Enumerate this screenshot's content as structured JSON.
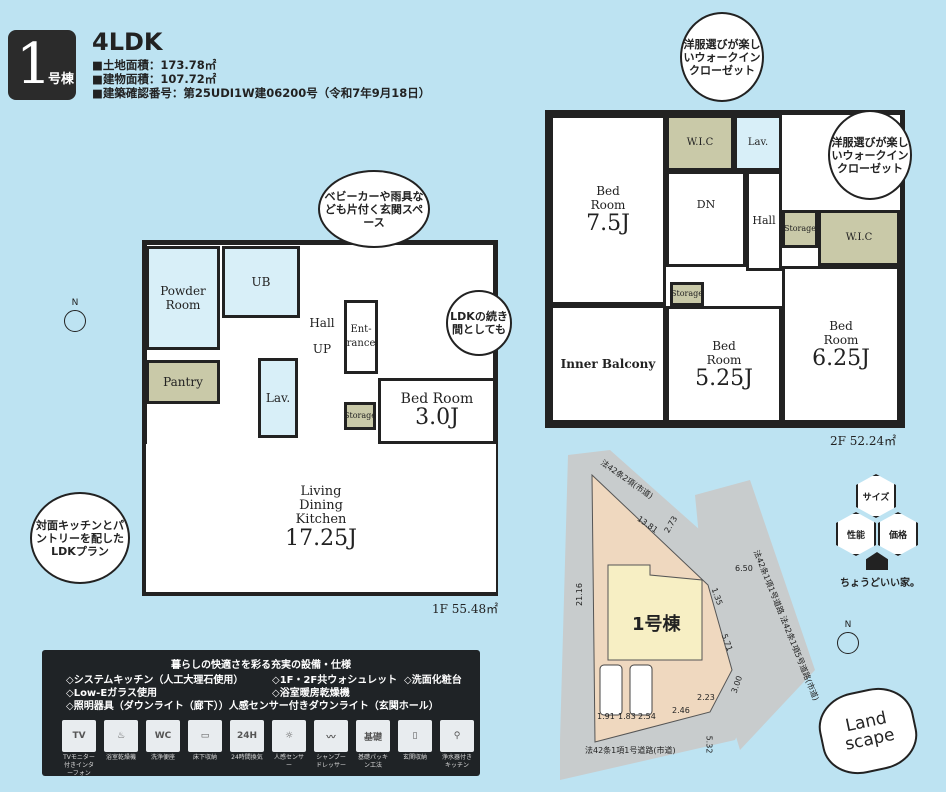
{
  "header": {
    "building_no": "1",
    "building_suffix": "号棟",
    "layout": "4LDK",
    "land_area": "■土地面積：173.78㎡",
    "building_area": "■建物面積：107.72㎡",
    "permit": "■建築確認番号：第25UDI1W建06200号（令和7年9月18日）"
  },
  "bubbles": {
    "entrance": "ベビーカーや雨具なども片付く玄関スペース",
    "ldk": "LDKの続き間としても",
    "kitchen": "対面キッチンとパントリーを配したLDKプラン",
    "wic1": "洋服選びが楽しいウォークインクローゼット",
    "wic2": "洋服選びが楽しいウォークインクローゼット"
  },
  "floor1": {
    "powder": "Powder Room",
    "ub": "UB",
    "hall": "Hall",
    "up": "UP",
    "entrance": "Ent-rance",
    "pantry": "Pantry",
    "lav": "Lav.",
    "storage": "Storage",
    "bed": "Bed Room",
    "bed_size": "3.0J",
    "ldk": "Living Dining Kitchen",
    "ldk_size": "17.25J",
    "area": "1F 55.48㎡"
  },
  "floor2": {
    "bed1": "Bed Room",
    "bed1_size": "7.5J",
    "wic1": "W.I.C",
    "lav": "Lav.",
    "dn": "DN",
    "hall": "Hall",
    "storage1": "Storage",
    "storage2": "Storage",
    "wic2": "W.I.C",
    "balcony": "Inner Balcony",
    "bed2": "Bed Room",
    "bed2_size": "5.25J",
    "bed3": "Bed Room",
    "bed3_size": "6.25J",
    "area": "2F 52.24㎡"
  },
  "compass": "N",
  "equipment": {
    "heading": "暮らしの快適さを彩る充実の設備・仕様",
    "features": [
      "◇システムキッチン（人工大理石使用）",
      "◇1F・2F共ウォシュレット",
      "◇洗面化粧台",
      "◇Low-Eガラス使用",
      "◇浴室暖房乾燥機",
      "◇照明器具（ダウンライト（廊下））人感センサー付きダウンライト（玄関ホール）"
    ],
    "icons": [
      {
        "label": "TVモニター付きインターフォン",
        "glyph": "TV"
      },
      {
        "label": "浴室乾燥機",
        "glyph": "♨"
      },
      {
        "label": "洗浄便座",
        "glyph": "WC"
      },
      {
        "label": "床下収納",
        "glyph": "▭"
      },
      {
        "label": "24時間換気",
        "glyph": "24H"
      },
      {
        "label": "人感センサー",
        "glyph": "☼"
      },
      {
        "label": "シャンプードレッサー",
        "glyph": "〰"
      },
      {
        "label": "基礎パッキン工法",
        "glyph": "基礎"
      },
      {
        "label": "玄関収納",
        "glyph": "▯"
      },
      {
        "label": "浄水器付きキッチン",
        "glyph": "⚲"
      }
    ]
  },
  "site": {
    "house": "1号棟",
    "road_top": "法42条2項(市道)",
    "road_right": "法42条1項1号道路 法42条1項5号道路(市道)",
    "road_bottom": "法42条1項1号道路(市道)",
    "dims": [
      "21.16",
      "13.81",
      "2.73",
      "6.50",
      "1.35",
      "5.71",
      "3.00",
      "2.23",
      "2.46",
      "2.54",
      "1.83",
      "1.91",
      "5.32"
    ]
  },
  "brand": {
    "hex": [
      "サイズ",
      "性能",
      "価格"
    ],
    "tagline": "ちょうどいい家。",
    "landscape": "Land scape"
  }
}
